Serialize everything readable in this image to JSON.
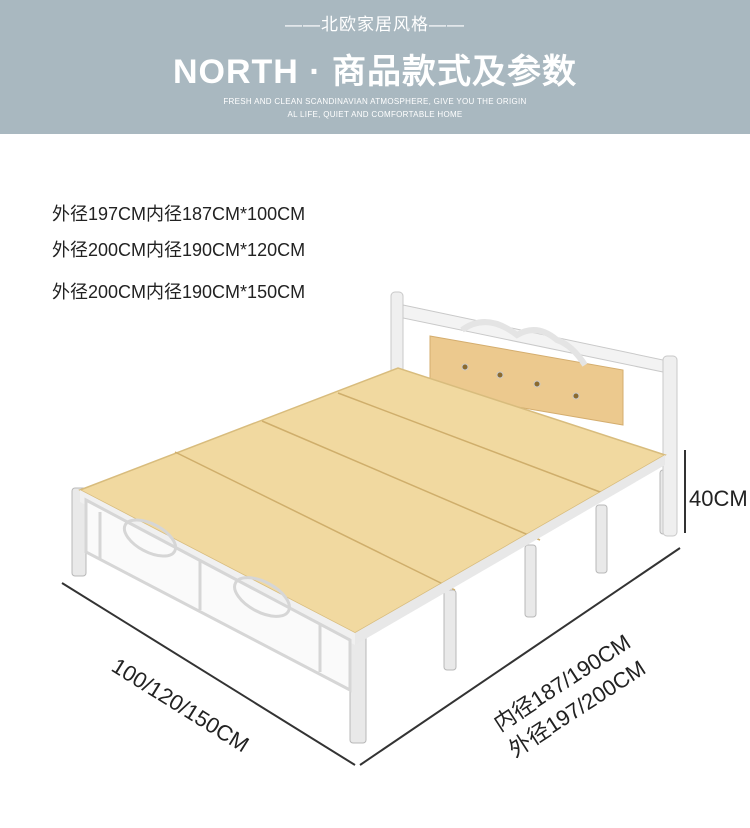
{
  "banner": {
    "tagline": "——北欧家居风格——",
    "headline": "NORTH · 商品款式及参数",
    "subtitle_line1": "FRESH AND CLEAN SCANDINAVIAN ATMOSPHERE, GIVE YOU THE ORIGIN",
    "subtitle_line2": "AL LIFE, QUIET AND COMFORTABLE HOME",
    "background_color": "#a9b8c0"
  },
  "specs": [
    "外径197CM内径187CM*100CM",
    "外径200CM内径190CM*120CM",
    "外径200CM内径190CM*150CM"
  ],
  "dimensions": {
    "height": "40CM",
    "width": "100/120/150CM",
    "inner_length": "内径187/190CM",
    "outer_length": "外径197/200CM"
  }
}
